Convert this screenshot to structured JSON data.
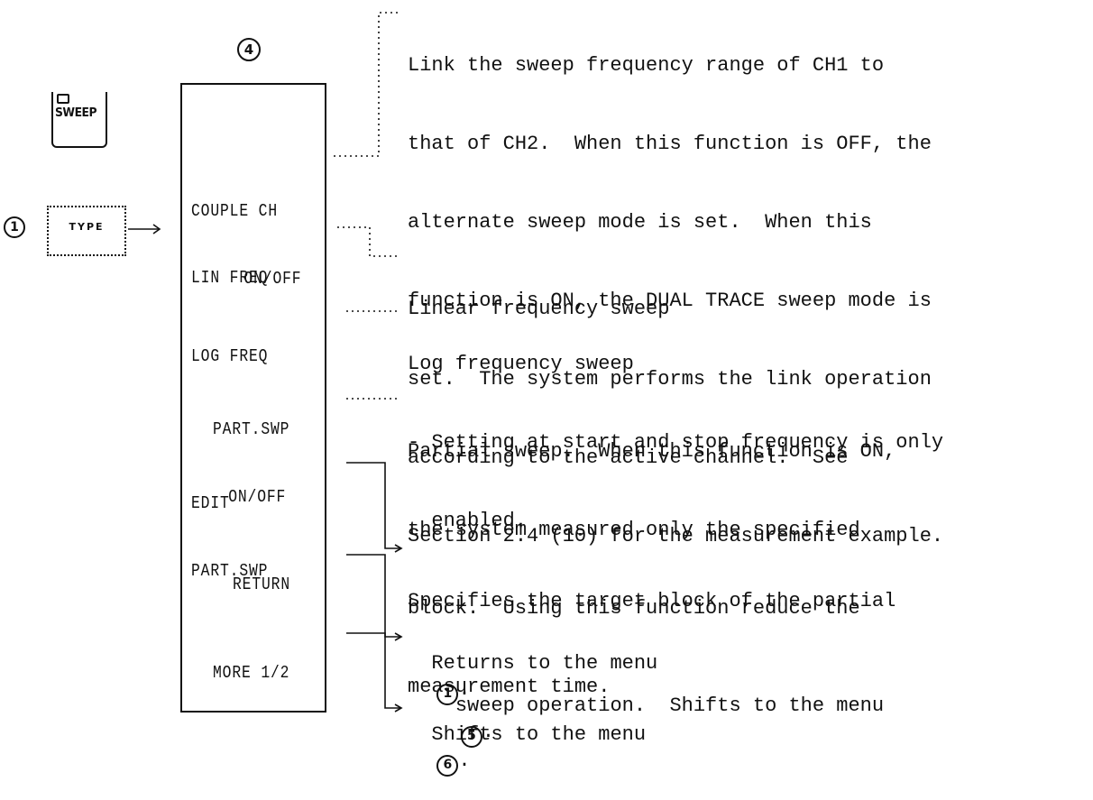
{
  "menu_number": "4",
  "type_menu_number": "1",
  "hardkey": {
    "label": "SWEEP"
  },
  "type_key": {
    "label": "TYPE"
  },
  "softkeys": [
    {
      "line1": "COUPLE CH",
      "line2": "ON/OFF"
    },
    {
      "line1": "LIN FREQ"
    },
    {
      "line1": "LOG FREQ"
    },
    {
      "line1": "PART.SWP",
      "line2": "ON/OFF"
    },
    {
      "line1": "EDIT",
      "line2": "PART.SWP"
    },
    {
      "line1": "RETURN"
    },
    {
      "line1": "MORE 1/2"
    }
  ],
  "descriptions": {
    "couple": [
      "Link the sweep frequency range of CH1 to",
      "that of CH2.  When this function is OFF, the",
      "alternate sweep mode is set.  When this",
      "function is ON, the DUAL TRACE sweep mode is",
      "set.  The system performs the link operation",
      "according to the active channel.  See",
      "Section 2.4 (10) for the measurement example."
    ],
    "lin": "Linear frequency sweep",
    "log": [
      "Log frequency sweep",
      "- Setting at start and stop frequency is only",
      "  enabled."
    ],
    "part": [
      "Partial sweep.  When this function is ON,",
      "the system measured only the specified",
      "block.  Using this function reduce the",
      "measurement time."
    ],
    "edit": [
      "Specifies the target block of the partial",
      "sweep operation.  Shifts to the menu"
    ],
    "edit_menu_ref": "5",
    "return": "Returns to the menu",
    "return_menu_ref": "1",
    "more": "Shifts to the menu",
    "more_menu_ref": "6"
  }
}
